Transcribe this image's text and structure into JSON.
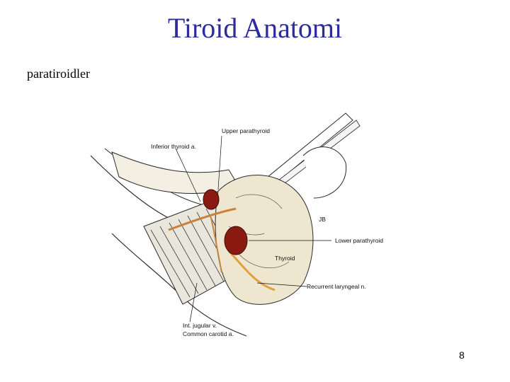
{
  "slide": {
    "title": "Tiroid Anatomi",
    "subtitle": "paratiroidler",
    "page_number": "8"
  },
  "figure": {
    "labels": {
      "upper_parathyroid": "Upper parathyroid",
      "inferior_thyroid_artery": "Inferior thyroid a.",
      "initials": "JB",
      "lower_parathyroid": "Lower parathyroid",
      "thyroid": "Thyroid",
      "recurrent_laryngeal": "Recurrent laryngeal n.",
      "jugular": "Int. jugular v.",
      "carotid": "Common carotid a."
    },
    "colors": {
      "gland": "#8a1a10",
      "artery": "#c8823a",
      "nerve": "#e0a040",
      "tissue": "#efe6cf",
      "line": "#2a2a2a"
    }
  }
}
